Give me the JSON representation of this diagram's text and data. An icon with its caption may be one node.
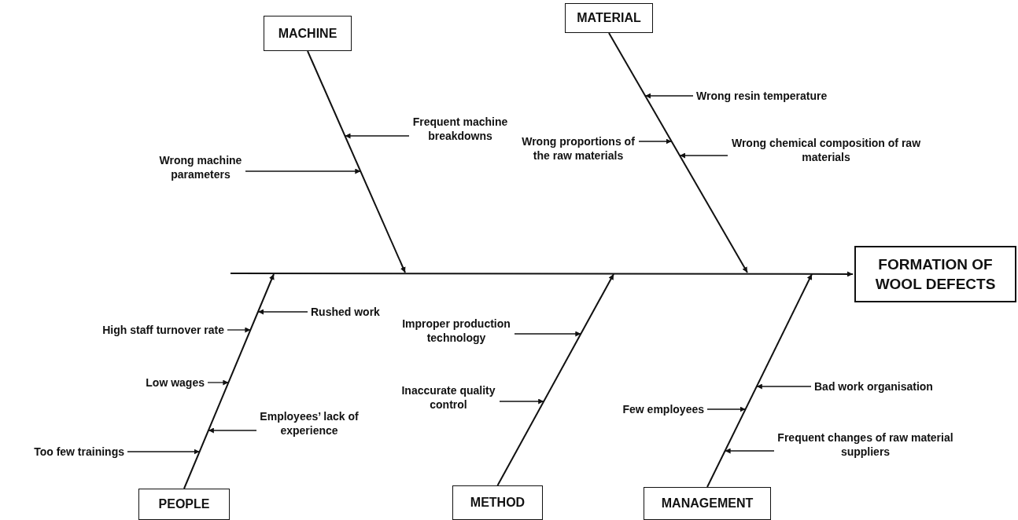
{
  "diagram": {
    "nodes": [
      {
        "text": [
          "MACHINE"
        ]
      },
      {
        "text": [
          "MATERIAL"
        ]
      },
      {
        "text": [
          "PEOPLE"
        ]
      },
      {
        "text": [
          "METHOD"
        ]
      },
      {
        "text": [
          "MANAGEMENT"
        ]
      },
      {
        "text": [
          "FORMATION OF WOOL DEFECTS"
        ]
      },
      {
        "text": [
          "Frequent machine breakdowns"
        ]
      },
      {
        "text": [
          "Wrong machine parameters"
        ]
      },
      {
        "text": [
          "Wrong resin temperature"
        ]
      },
      {
        "text": [
          "Wrong proportions of the raw materials"
        ]
      },
      {
        "text": [
          "Wrong chemical composition of raw materials"
        ]
      },
      {
        "text": [
          "Rushed work"
        ]
      },
      {
        "text": [
          "High staff turnover rate"
        ]
      },
      {
        "text": [
          "Low wages"
        ]
      },
      {
        "text": [
          "Employees’ lack of experience"
        ]
      },
      {
        "text": [
          "Too few trainings"
        ]
      },
      {
        "text": [
          "Improper production technology"
        ]
      },
      {
        "text": [
          "Inaccurate quality control"
        ]
      },
      {
        "text": [
          "Bad work organisation"
        ]
      },
      {
        "text": [
          "Few employees"
        ]
      },
      {
        "text": [
          "Frequent changes of raw material suppliers"
        ]
      }
    ],
    "edges": [
      {
        "from": null,
        "to": 5,
        "arrow": "to"
      },
      {
        "from": 0,
        "to": null,
        "arrow": "to"
      },
      {
        "from": 1,
        "to": null,
        "arrow": "to"
      },
      {
        "from": 2,
        "to": null,
        "arrow": "to"
      },
      {
        "from": 3,
        "to": null,
        "arrow": "to"
      },
      {
        "from": 4,
        "to": null,
        "arrow": "to"
      },
      {
        "from": 6,
        "to": null,
        "arrow": "to"
      },
      {
        "from": 7,
        "to": null,
        "arrow": "to"
      },
      {
        "from": 8,
        "to": null,
        "arrow": "to"
      },
      {
        "from": 9,
        "to": null,
        "arrow": "to"
      },
      {
        "from": 10,
        "to": null,
        "arrow": "to"
      },
      {
        "from": 11,
        "to": null,
        "arrow": "to"
      },
      {
        "from": 12,
        "to": null,
        "arrow": "to"
      },
      {
        "from": 13,
        "to": null,
        "arrow": "to"
      },
      {
        "from": 14,
        "to": null,
        "arrow": "to"
      },
      {
        "from": 15,
        "to": null,
        "arrow": "to"
      },
      {
        "from": 16,
        "to": null,
        "arrow": "to"
      },
      {
        "from": 17,
        "to": null,
        "arrow": "to"
      },
      {
        "from": 18,
        "to": null,
        "arrow": "to"
      },
      {
        "from": 19,
        "to": null,
        "arrow": "to"
      },
      {
        "from": 20,
        "to": null,
        "arrow": "to"
      }
    ]
  }
}
